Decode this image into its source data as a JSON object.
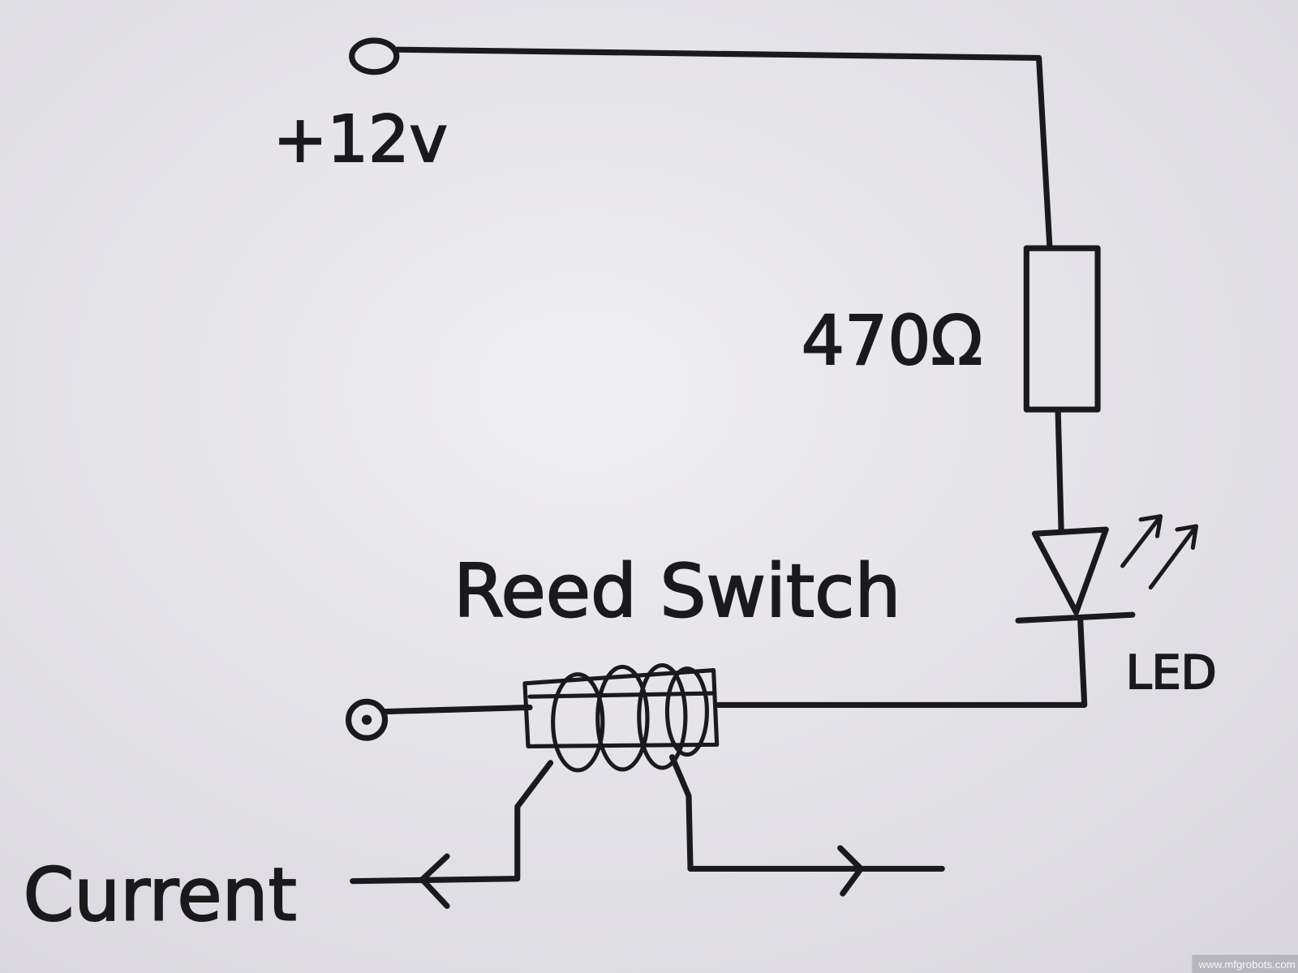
{
  "diagram": {
    "labels": {
      "supply": "+12v",
      "resistor": "470Ω",
      "switch": "Reed Switch",
      "led": "LED",
      "current": "Current"
    },
    "watermark": "www.mfgrobots.com",
    "colors": {
      "paper": "#e9e8ec",
      "ink": "#1a1a1c"
    }
  }
}
